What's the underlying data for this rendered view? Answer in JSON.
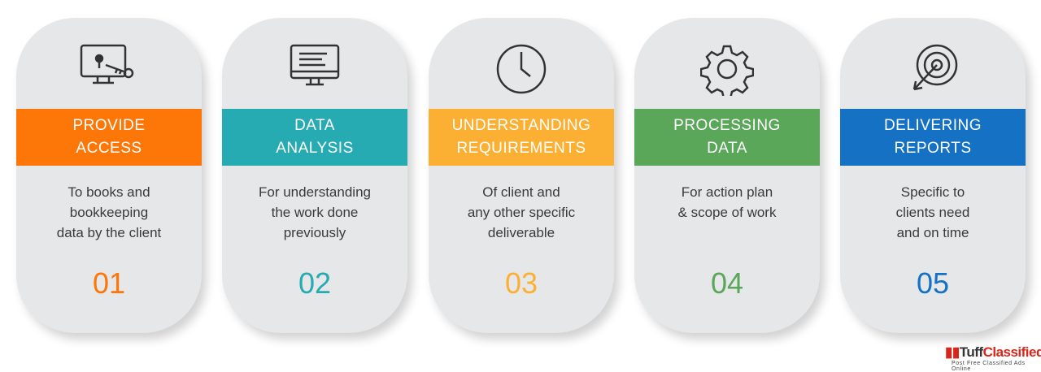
{
  "steps": [
    {
      "title1": "PROVIDE",
      "title2": "ACCESS",
      "desc": [
        "To books and",
        "bookkeeping",
        "data by the client"
      ],
      "number": "01",
      "color": "#fd7608",
      "icon": "monitor-key-icon"
    },
    {
      "title1": "DATA",
      "title2": "ANALYSIS",
      "desc": [
        "For understanding",
        "the work done",
        "previously"
      ],
      "number": "02",
      "color": "#26abb3",
      "icon": "monitor-text-icon"
    },
    {
      "title1": "UNDERSTANDING",
      "title2": "REQUIREMENTS",
      "desc": [
        "Of client and",
        "any other specific",
        "deliverable"
      ],
      "number": "03",
      "color": "#fbb034",
      "icon": "clock-icon"
    },
    {
      "title1": "PROCESSING",
      "title2": "DATA",
      "desc": [
        "For action plan",
        "& scope of work",
        ""
      ],
      "number": "04",
      "color": "#5aa75a",
      "icon": "gear-icon"
    },
    {
      "title1": "DELIVERING",
      "title2": "REPORTS",
      "desc": [
        "Specific to",
        "clients need",
        "and on time"
      ],
      "number": "05",
      "color": "#1471c4",
      "icon": "target-icon"
    }
  ],
  "watermark": {
    "brand1": "Tuff",
    "brand2": "Classified",
    "tagline": "Post Free Classified Ads Online"
  }
}
